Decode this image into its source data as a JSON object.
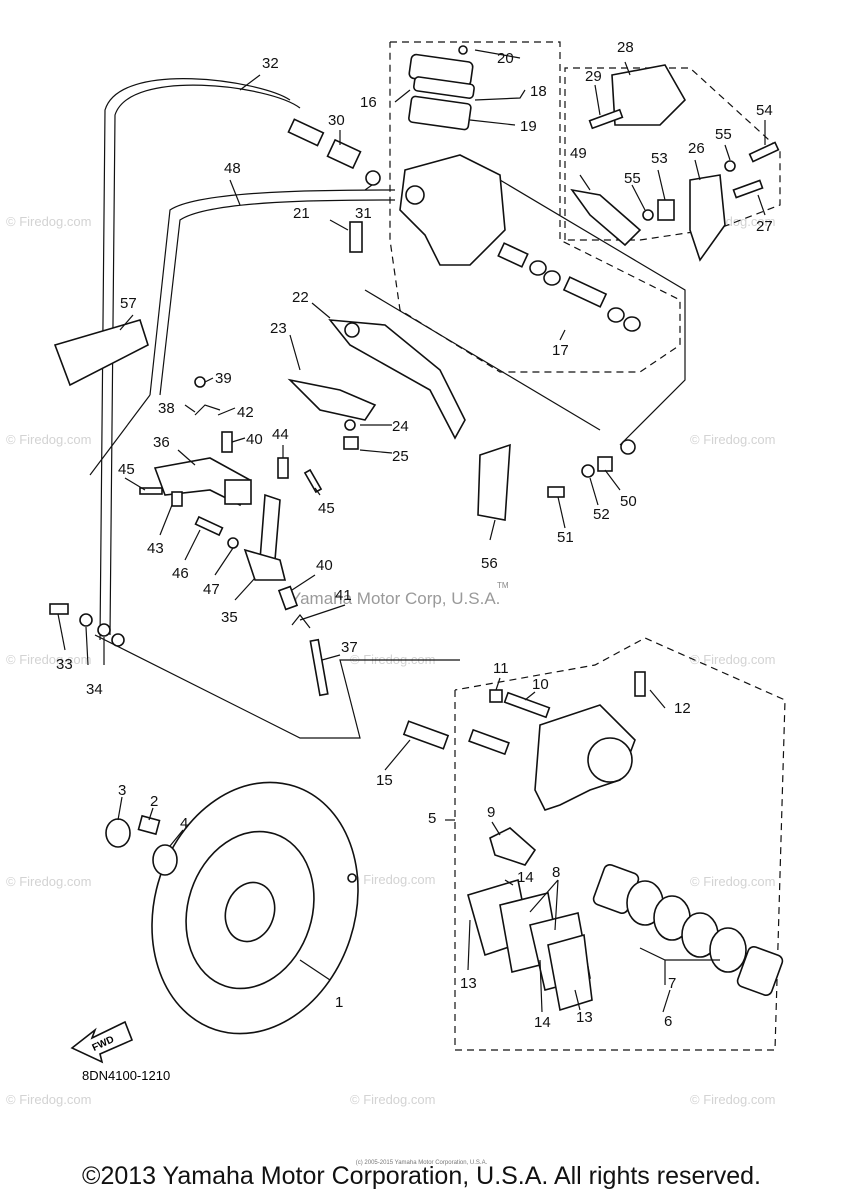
{
  "diagram_code": "8DN4100-1210",
  "fwd_label": "FWD",
  "center_watermark": "Yamaha Motor Corp, U.S.A.",
  "tm_mark": "TM",
  "corner_watermark": "© Firedog.com",
  "footer_text": "©2013 Yamaha Motor Corporation, U.S.A. All rights reserved.",
  "footer_small_text": "(c) 2005-2015 Yamaha Motor Corporation, U.S.A.",
  "callouts": [
    {
      "id": "c20",
      "text": "20"
    },
    {
      "id": "c18",
      "text": "18"
    },
    {
      "id": "c19",
      "text": "19"
    },
    {
      "id": "c16",
      "text": "16"
    },
    {
      "id": "c28",
      "text": "28"
    },
    {
      "id": "c29",
      "text": "29"
    },
    {
      "id": "c32",
      "text": "32"
    },
    {
      "id": "c30",
      "text": "30"
    },
    {
      "id": "c31",
      "text": "31"
    },
    {
      "id": "c48",
      "text": "48"
    },
    {
      "id": "c21",
      "text": "21"
    },
    {
      "id": "c49",
      "text": "49"
    },
    {
      "id": "c53",
      "text": "53"
    },
    {
      "id": "c55a",
      "text": "55"
    },
    {
      "id": "c55b",
      "text": "55"
    },
    {
      "id": "c54",
      "text": "54"
    },
    {
      "id": "c26",
      "text": "26"
    },
    {
      "id": "c27",
      "text": "27"
    },
    {
      "id": "c57",
      "text": "57"
    },
    {
      "id": "c22",
      "text": "22"
    },
    {
      "id": "c17",
      "text": "17"
    },
    {
      "id": "c23",
      "text": "23"
    },
    {
      "id": "c39",
      "text": "39"
    },
    {
      "id": "c38",
      "text": "38"
    },
    {
      "id": "c42",
      "text": "42"
    },
    {
      "id": "c24",
      "text": "24"
    },
    {
      "id": "c25",
      "text": "25"
    },
    {
      "id": "c40a",
      "text": "40"
    },
    {
      "id": "c36",
      "text": "36"
    },
    {
      "id": "c44",
      "text": "44"
    },
    {
      "id": "c45a",
      "text": "45"
    },
    {
      "id": "c45b",
      "text": "45"
    },
    {
      "id": "c43",
      "text": "43"
    },
    {
      "id": "c46",
      "text": "46"
    },
    {
      "id": "c47",
      "text": "47"
    },
    {
      "id": "c35",
      "text": "35"
    },
    {
      "id": "c40b",
      "text": "40"
    },
    {
      "id": "c41",
      "text": "41"
    },
    {
      "id": "c56",
      "text": "56"
    },
    {
      "id": "c51",
      "text": "51"
    },
    {
      "id": "c52",
      "text": "52"
    },
    {
      "id": "c50",
      "text": "50"
    },
    {
      "id": "c33",
      "text": "33"
    },
    {
      "id": "c34",
      "text": "34"
    },
    {
      "id": "c37",
      "text": "37"
    },
    {
      "id": "c11",
      "text": "11"
    },
    {
      "id": "c10",
      "text": "10"
    },
    {
      "id": "c12",
      "text": "12"
    },
    {
      "id": "c15",
      "text": "15"
    },
    {
      "id": "c3",
      "text": "3"
    },
    {
      "id": "c2",
      "text": "2"
    },
    {
      "id": "c4",
      "text": "4"
    },
    {
      "id": "c5",
      "text": "5"
    },
    {
      "id": "c9",
      "text": "9"
    },
    {
      "id": "c14a",
      "text": "14"
    },
    {
      "id": "c8",
      "text": "8"
    },
    {
      "id": "c13a",
      "text": "13"
    },
    {
      "id": "c7",
      "text": "7"
    },
    {
      "id": "c6",
      "text": "6"
    },
    {
      "id": "c14b",
      "text": "14"
    },
    {
      "id": "c13b",
      "text": "13"
    },
    {
      "id": "c1",
      "text": "1"
    }
  ]
}
